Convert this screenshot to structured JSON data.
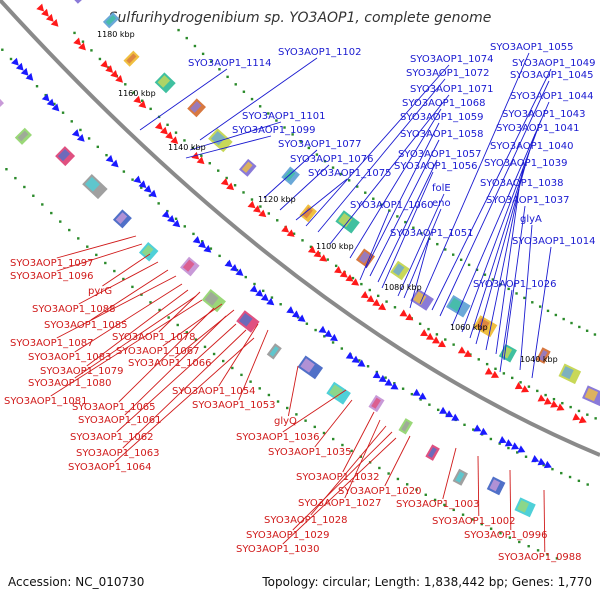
{
  "title": "Sulfurihydrogenibium sp. YO3AOP1, complete genome",
  "footer": {
    "accession": "Accession: NC_010730",
    "summary": "Topology: circular; Length: 1,838,442 bp; Genes: 1,770"
  },
  "colors": {
    "backbone": "#8a8a8a",
    "tick": "#2a8a2a",
    "forward_label": "#1a1ad0",
    "reverse_label": "#d01a1a",
    "forward_arrow": "#1a1aff",
    "reverse_arrow": "#ff1a1a"
  },
  "kbp_marks": [
    "1180 kbp",
    "1160 kbp",
    "1140 kbp",
    "1120 kbp",
    "1100 kbp",
    "1080 kbp",
    "1060 kbp",
    "1040 kbp"
  ],
  "forward_labels": [
    "SYO3AOP1_1114",
    "SYO3AOP1_1102",
    "SYO3AOP1_1101",
    "SYO3AOP1_1099",
    "SYO3AOP1_1077",
    "SYO3AOP1_1076",
    "SYO3AOP1_1075",
    "SYO3AOP1_1074",
    "SYO3AOP1_1072",
    "SYO3AOP1_1071",
    "SYO3AOP1_1068",
    "SYO3AOP1_1059",
    "SYO3AOP1_1058",
    "SYO3AOP1_1057",
    "SYO3AOP1_1056",
    "SYO3AOP1_1060",
    "folE",
    "eno",
    "SYO3AOP1_1051",
    "SYO3AOP1_1055",
    "SYO3AOP1_1049",
    "SYO3AOP1_1045",
    "SYO3AOP1_1044",
    "SYO3AOP1_1043",
    "SYO3AOP1_1041",
    "SYO3AOP1_1040",
    "SYO3AOP1_1039",
    "SYO3AOP1_1038",
    "SYO3AOP1_1037",
    "glyA",
    "SYO3AOP1_1014",
    "SYO3AOP1_1026"
  ],
  "reverse_labels": [
    "SYO3AOP1_1097",
    "SYO3AOP1_1096",
    "pyrG",
    "SYO3AOP1_1088",
    "SYO3AOP1_1085",
    "SYO3AOP1_1087",
    "SYO3AOP1_1078",
    "SYO3AOP1_1083",
    "SYO3AOP1_1067",
    "SYO3AOP1_1079",
    "SYO3AOP1_1066",
    "SYO3AOP1_1080",
    "SYO3AOP1_1081",
    "SYO3AOP1_1054",
    "SYO3AOP1_1065",
    "SYO3AOP1_1053",
    "SYO3AOP1_1061",
    "glyQ",
    "SYO3AOP1_1062",
    "SYO3AOP1_1036",
    "SYO3AOP1_1063",
    "SYO3AOP1_1035",
    "SYO3AOP1_1064",
    "SYO3AOP1_1032",
    "SYO3AOP1_1020",
    "SYO3AOP1_1027",
    "SYO3AOP1_1003",
    "SYO3AOP1_1028",
    "SYO3AOP1_1002",
    "SYO3AOP1_1029",
    "SYO3AOP1_0996",
    "SYO3AOP1_1030",
    "SYO3AOP1_0988"
  ]
}
